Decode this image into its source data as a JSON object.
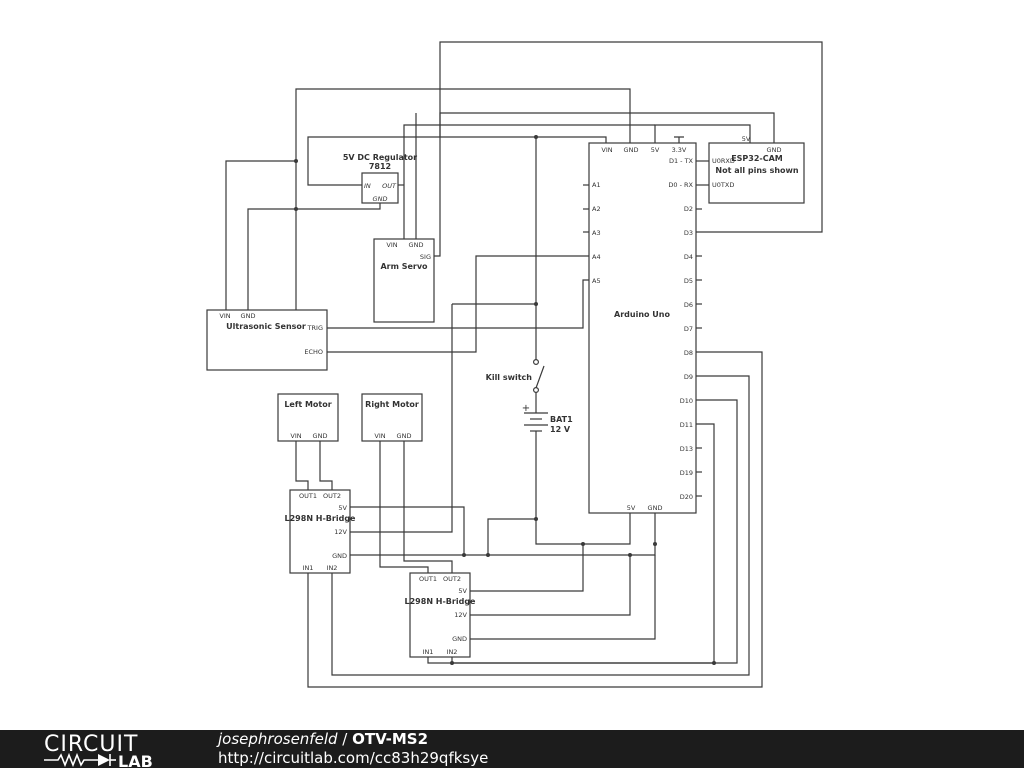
{
  "components": {
    "regulator": {
      "title": "5V DC Regulator",
      "part": "7812",
      "pins": {
        "in": "IN",
        "out": "OUT",
        "gnd": "GND"
      }
    },
    "esp32": {
      "title": "ESP32-CAM",
      "note": "Not all pins shown",
      "pins": {
        "v5": "5V",
        "gnd": "GND",
        "u0rxd": "U0RXD",
        "u0txd": "U0TXD"
      }
    },
    "servo": {
      "title": "Arm Servo",
      "pins": {
        "vin": "VIN",
        "gnd": "GND",
        "sig": "SIG"
      }
    },
    "ultrasonic": {
      "title": "Ultrasonic Sensor",
      "pins": {
        "vin": "VIN",
        "gnd": "GND",
        "trig": "TRIG",
        "echo": "ECHO"
      }
    },
    "arduino": {
      "title": "Arduino Uno",
      "top_pins": [
        "VIN",
        "GND",
        "5V",
        "3.3V"
      ],
      "left_pins": [
        "A1",
        "A2",
        "A3",
        "A4",
        "A5"
      ],
      "right_pins": [
        "D1 - TX",
        "D0 - RX",
        "D2",
        "D3",
        "D4",
        "D5",
        "D6",
        "D7",
        "D8",
        "D9",
        "D10",
        "D11",
        "D13",
        "D19",
        "D20"
      ],
      "bottom_pins": [
        "5V",
        "GND"
      ]
    },
    "kill_switch": {
      "label": "Kill switch"
    },
    "battery": {
      "name": "BAT1",
      "value": "12 V",
      "plus": "+"
    },
    "left_motor": {
      "title": "Left Motor",
      "pins": {
        "vin": "VIN",
        "gnd": "GND"
      }
    },
    "right_motor": {
      "title": "Right Motor",
      "pins": {
        "vin": "VIN",
        "gnd": "GND"
      }
    },
    "hbridge1": {
      "title": "L298N H-Bridge",
      "pins": {
        "out1": "OUT1",
        "out2": "OUT2",
        "v5": "5V",
        "v12": "12V",
        "gnd": "GND",
        "in1": "IN1",
        "in2": "IN2"
      }
    },
    "hbridge2": {
      "title": "L298N H-Bridge",
      "pins": {
        "out1": "OUT1",
        "out2": "OUT2",
        "v5": "5V",
        "v12": "12V",
        "gnd": "GND",
        "in1": "IN1",
        "in2": "IN2"
      }
    }
  },
  "footer": {
    "logo_top": "CIRCUIT",
    "logo_bottom": "LAB",
    "author": "josephrosenfeld",
    "separator": " / ",
    "project": "OTV-MS2",
    "url": "http://circuitlab.com/cc83h29qfksye"
  },
  "colors": {
    "wire": "#3a3a3a",
    "background": "#ffffff",
    "footer_bg": "#1c1c1c",
    "footer_text": "#ffffff"
  }
}
